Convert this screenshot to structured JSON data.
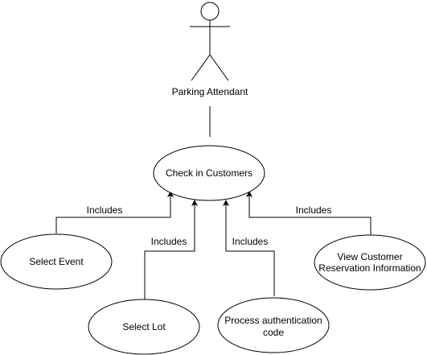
{
  "actor": {
    "name": "Parking Attendant"
  },
  "use_cases": {
    "check_in": "Check in Customers",
    "select_event": "Select Event",
    "select_lot": "Select Lot",
    "process_auth_line1": "Process authentication",
    "process_auth_line2": "code",
    "view_res_line1": "View Customer",
    "view_res_line2": "Reservation Information"
  },
  "relations": {
    "includes_1": "Includes",
    "includes_2": "Includes",
    "includes_3": "Includes",
    "includes_4": "Includes"
  },
  "colors": {
    "stroke": "#000000",
    "fill": "#ffffff"
  }
}
